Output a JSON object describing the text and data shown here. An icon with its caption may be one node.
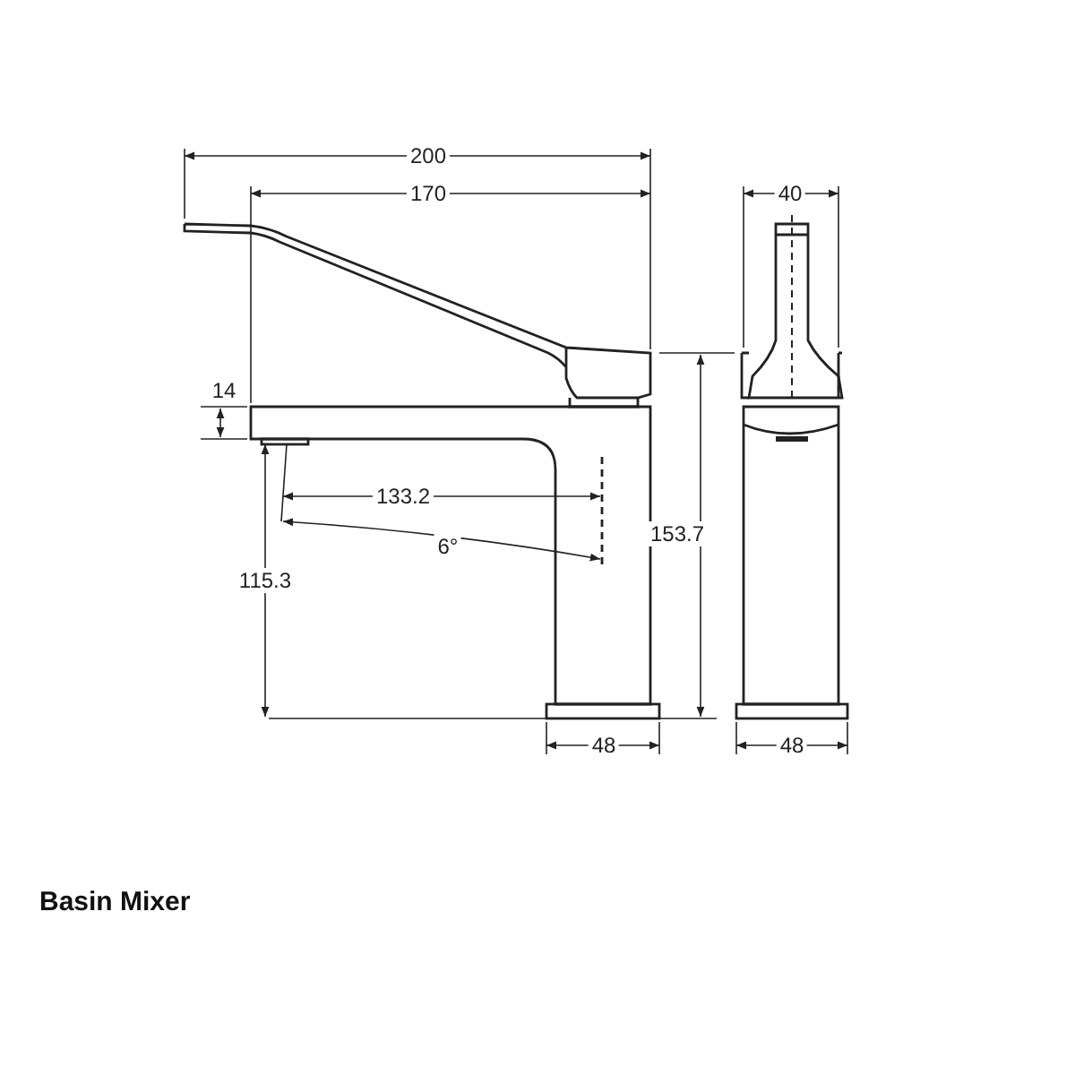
{
  "diagram": {
    "title": "Basin Mixer",
    "labels": [
      "200",
      "170",
      "40",
      "14",
      "133.2",
      "6°",
      "153.7",
      "115.3",
      "48",
      "48"
    ]
  }
}
